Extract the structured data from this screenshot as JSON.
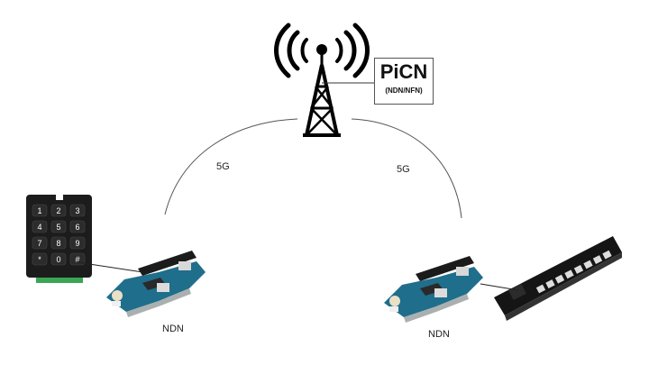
{
  "tower": {
    "label": "PiCN",
    "sublabel": "(NDN/NFN)"
  },
  "links": [
    {
      "label": "5G"
    },
    {
      "label": "5G"
    }
  ],
  "nodes": [
    {
      "label": "NDN"
    },
    {
      "label": "NDN"
    }
  ],
  "keypad": {
    "keys": [
      "1",
      "2",
      "3",
      "4",
      "5",
      "6",
      "7",
      "8",
      "9",
      "*",
      "0",
      "#"
    ]
  },
  "colors": {
    "board": "#1f6e8c",
    "keypad": "#1c1c1c",
    "pcb_green": "#3aa655",
    "line": "#555555"
  }
}
